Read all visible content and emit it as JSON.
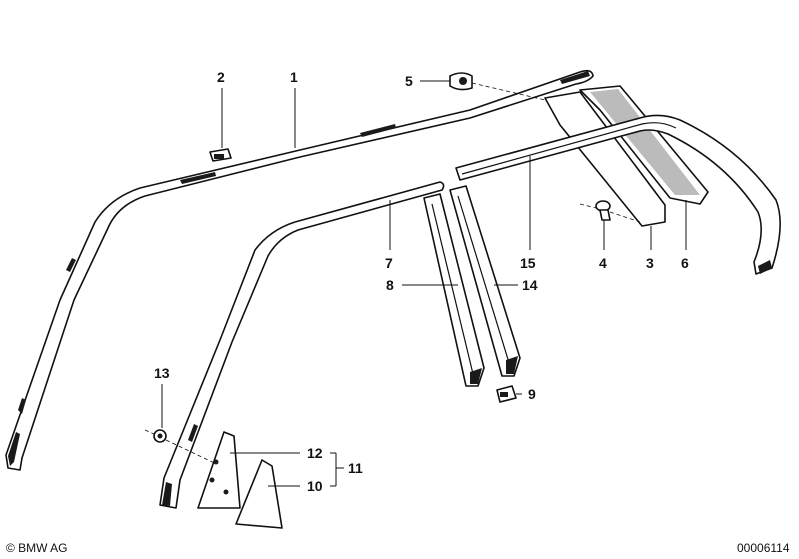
{
  "callouts": {
    "c1": "1",
    "c2": "2",
    "c3": "3",
    "c4": "4",
    "c5": "5",
    "c6": "6",
    "c7": "7",
    "c8": "8",
    "c9": "9",
    "c10": "10",
    "c11": "11",
    "c12": "12",
    "c13": "13",
    "c14": "14",
    "c15": "15"
  },
  "footer": {
    "copyright": "© BMW AG",
    "diagram_number": "00006114"
  }
}
